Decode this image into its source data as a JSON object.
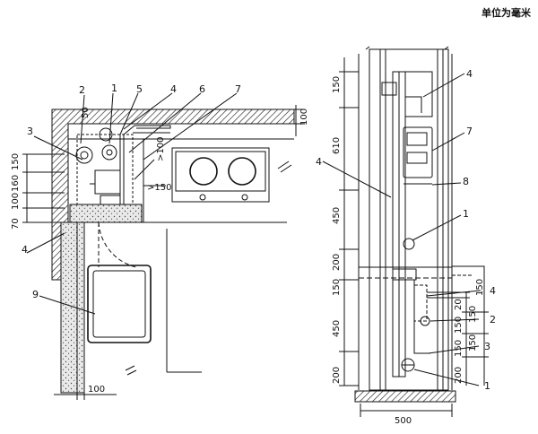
{
  "unit_note": "单位为毫米",
  "plan": {
    "callouts": [
      "2",
      "1",
      "5",
      "4",
      "6",
      "7",
      "3",
      "4",
      "9"
    ],
    "dims_vertical": [
      "150",
      "160",
      "100",
      "70"
    ],
    "dims": {
      "d50": "50",
      "d100_top": "100",
      "d100_diag": ">100",
      "gt150": ">150",
      "d100_bottom": "100"
    }
  },
  "elevation": {
    "callouts_left": [
      "4"
    ],
    "callouts_right": [
      "4",
      "7",
      "8",
      "1",
      "4",
      "2",
      "3",
      "1"
    ],
    "dims_left": [
      "150",
      "610",
      "450",
      "200",
      "150",
      "450",
      "200"
    ],
    "dims_right_inner": [
      "20",
      "150",
      "150",
      "200"
    ],
    "dims_right_outer": [
      "150",
      "150",
      "150"
    ],
    "width_dim": "500"
  }
}
